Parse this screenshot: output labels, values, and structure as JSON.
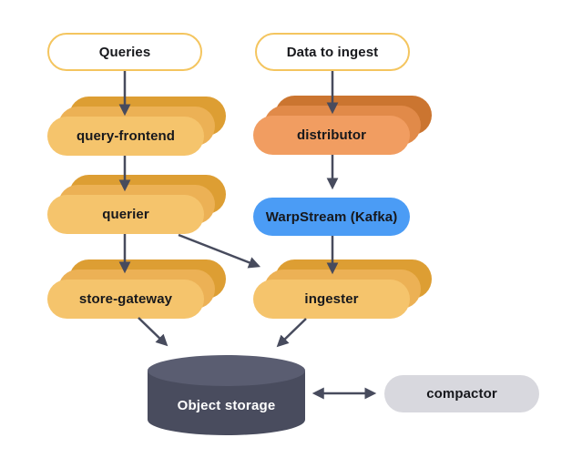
{
  "nodes": {
    "queries": {
      "label": "Queries"
    },
    "data_to_ingest": {
      "label": "Data to ingest"
    },
    "query_frontend": {
      "label": "query-frontend"
    },
    "distributor": {
      "label": "distributor"
    },
    "querier": {
      "label": "querier"
    },
    "warpstream": {
      "label": "WarpStream (Kafka)"
    },
    "store_gateway": {
      "label": "store-gateway"
    },
    "ingester": {
      "label": "ingester"
    },
    "object_storage": {
      "label": "Object storage"
    },
    "compactor": {
      "label": "compactor"
    }
  },
  "edges": [
    {
      "from": "Queries",
      "to": "query-frontend"
    },
    {
      "from": "query-frontend",
      "to": "querier"
    },
    {
      "from": "querier",
      "to": "store-gateway"
    },
    {
      "from": "querier",
      "to": "ingester"
    },
    {
      "from": "Data to ingest",
      "to": "distributor"
    },
    {
      "from": "distributor",
      "to": "WarpStream (Kafka)"
    },
    {
      "from": "WarpStream (Kafka)",
      "to": "ingester"
    },
    {
      "from": "store-gateway",
      "to": "Object storage"
    },
    {
      "from": "ingester",
      "to": "Object storage"
    },
    {
      "from": "Object storage",
      "to": "compactor",
      "bidirectional": true
    }
  ],
  "colors": {
    "gold_front": "#f5c46c",
    "gold_mid": "#ecb155",
    "gold_back": "#dd9e33",
    "orange_front": "#f19d61",
    "orange_mid": "#e18a49",
    "orange_back": "#cb7530",
    "blue": "#4b9cf5",
    "gray": "#d8d8de",
    "outline_border": "#f4c55f",
    "cylinder_body": "#494c5e",
    "cylinder_top": "#5a5d71",
    "arrow": "#474b5d",
    "text_dark": "#17181c",
    "text_light": "#ffffff"
  }
}
